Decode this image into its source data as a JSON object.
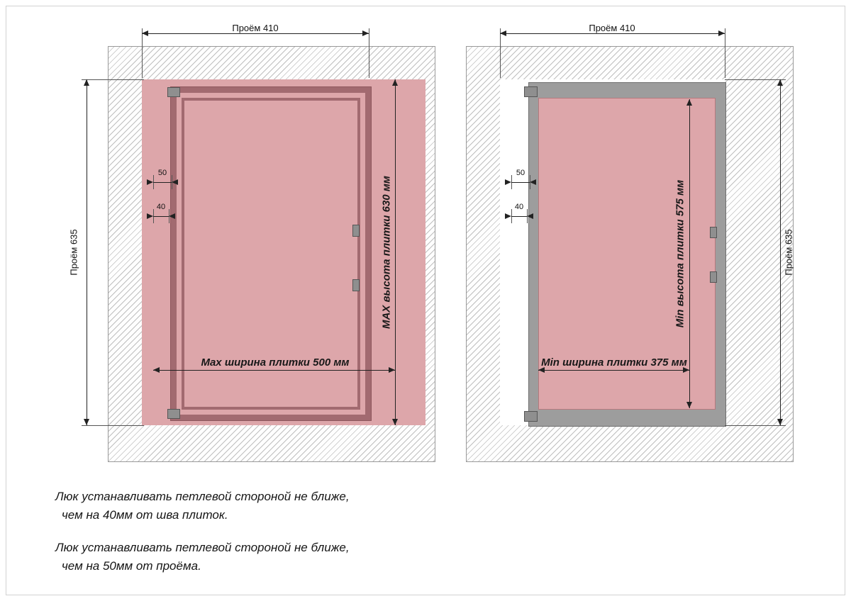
{
  "diagrams": [
    {
      "name": "max-tile",
      "dim_opening_width": "Проём 410",
      "dim_opening_height": "Проём 635",
      "dim_tile_height": "MAX высота плитки 630 мм",
      "dim_tile_width": "Max ширина плитки 500 мм",
      "dim_hinge_offset": "50",
      "dim_seam_offset": "40"
    },
    {
      "name": "min-tile",
      "dim_opening_width": "Проём 410",
      "dim_opening_height": "Проём 635",
      "dim_tile_height": "Min высота плитки 575 мм",
      "dim_tile_width": "Min ширина плитки 375 мм",
      "dim_hinge_offset": "50",
      "dim_seam_offset": "40"
    }
  ],
  "notes": [
    {
      "line1": "Люк устанавливать петлевой стороной не ближе,",
      "line2": "чем на 40мм от шва плиток."
    },
    {
      "line1": "Люк устанавливать петлевой стороной не ближе,",
      "line2": "чем на 50мм от проёма."
    }
  ],
  "colors": {
    "tile": "#dda6aa",
    "frame_mauve": "#a26a70",
    "frame_gray": "#9d9d9d",
    "hatch_line": "#bfbfbf"
  }
}
